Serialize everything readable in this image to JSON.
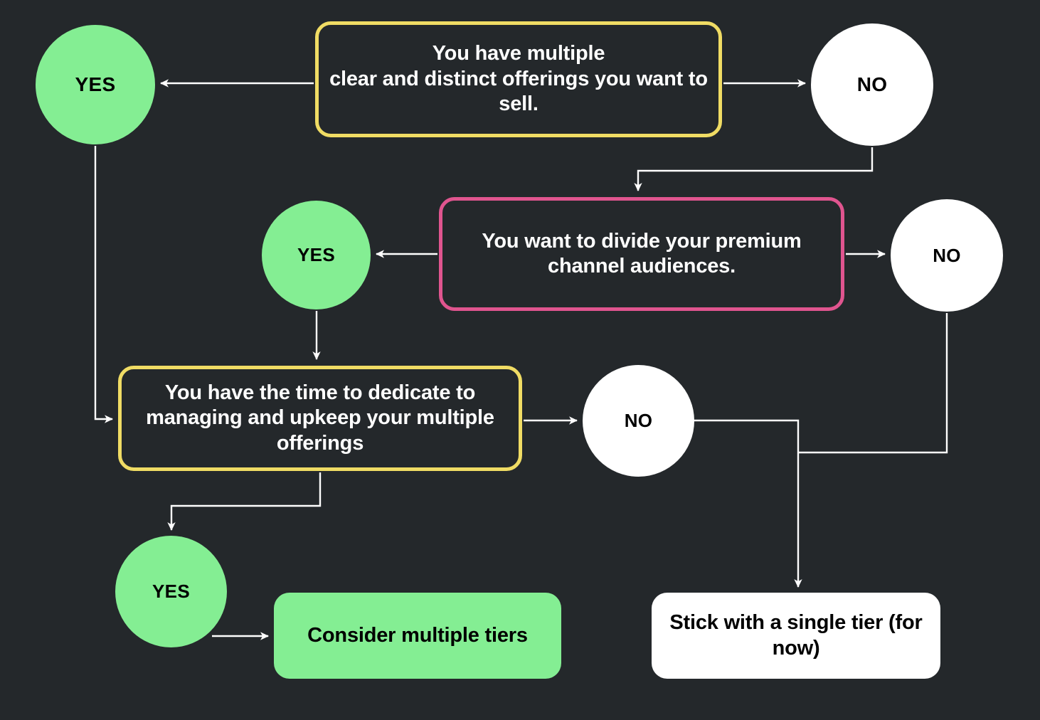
{
  "diagram": {
    "title": "Single tier vs multiple tiers decision flowchart",
    "background_color": "#24282b",
    "colors": {
      "yellow_border": "#f0dc64",
      "pink_border": "#e0558f",
      "green_fill": "#84ee93",
      "white_fill": "#ffffff",
      "connector": "#ffffff",
      "box_text": "#ffffff",
      "node_text": "#000000"
    },
    "questions": [
      {
        "id": "q1",
        "text": "You have multiple\nclear and distinct offerings you want to sell.",
        "border_color": "#f0dc64"
      },
      {
        "id": "q2",
        "text": "You want to divide your premium channel audiences.",
        "border_color": "#e0558f"
      },
      {
        "id": "q3",
        "text": "You have the time to dedicate to managing and upkeep your multiple offerings",
        "border_color": "#f0dc64"
      }
    ],
    "decisions": [
      {
        "id": "yes1",
        "label": "YES",
        "fill": "#84ee93"
      },
      {
        "id": "no1",
        "label": "NO",
        "fill": "#ffffff"
      },
      {
        "id": "yes2",
        "label": "YES",
        "fill": "#84ee93"
      },
      {
        "id": "no2",
        "label": "NO",
        "fill": "#ffffff"
      },
      {
        "id": "no3",
        "label": "NO",
        "fill": "#ffffff"
      },
      {
        "id": "yes3",
        "label": "YES",
        "fill": "#84ee93"
      }
    ],
    "outcomes": [
      {
        "id": "out1",
        "text": "Consider  multiple tiers",
        "fill": "#84ee93"
      },
      {
        "id": "out2",
        "text": "Stick with a single tier (for now)",
        "fill": "#ffffff"
      }
    ],
    "edges": [
      {
        "from": "q1",
        "to": "yes1",
        "direction": "left"
      },
      {
        "from": "q1",
        "to": "no1",
        "direction": "right"
      },
      {
        "from": "no1",
        "to": "q2",
        "direction": "down"
      },
      {
        "from": "q2",
        "to": "yes2",
        "direction": "left"
      },
      {
        "from": "q2",
        "to": "no2",
        "direction": "right"
      },
      {
        "from": "yes1",
        "to": "q3",
        "direction": "down-right"
      },
      {
        "from": "yes2",
        "to": "q3",
        "direction": "down"
      },
      {
        "from": "q3",
        "to": "no3",
        "direction": "right"
      },
      {
        "from": "q3",
        "to": "yes3",
        "direction": "down-left"
      },
      {
        "from": "yes3",
        "to": "out1",
        "direction": "right"
      },
      {
        "from": "no3",
        "to": "out2",
        "direction": "down"
      },
      {
        "from": "no2",
        "to": "out2",
        "direction": "down"
      }
    ]
  }
}
